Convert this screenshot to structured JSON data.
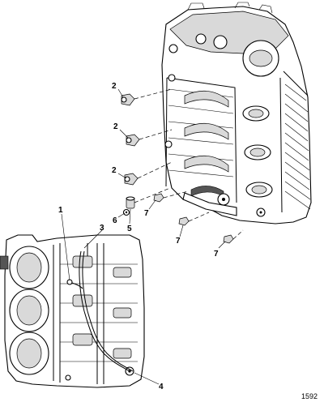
{
  "figure_number": "1592",
  "callouts": {
    "c1": "1",
    "c2a": "2",
    "c2b": "2",
    "c2c": "2",
    "c3": "3",
    "c4": "4",
    "c5": "5",
    "c6": "6",
    "c7a": "7",
    "c7b": "7",
    "c7c": "7"
  }
}
